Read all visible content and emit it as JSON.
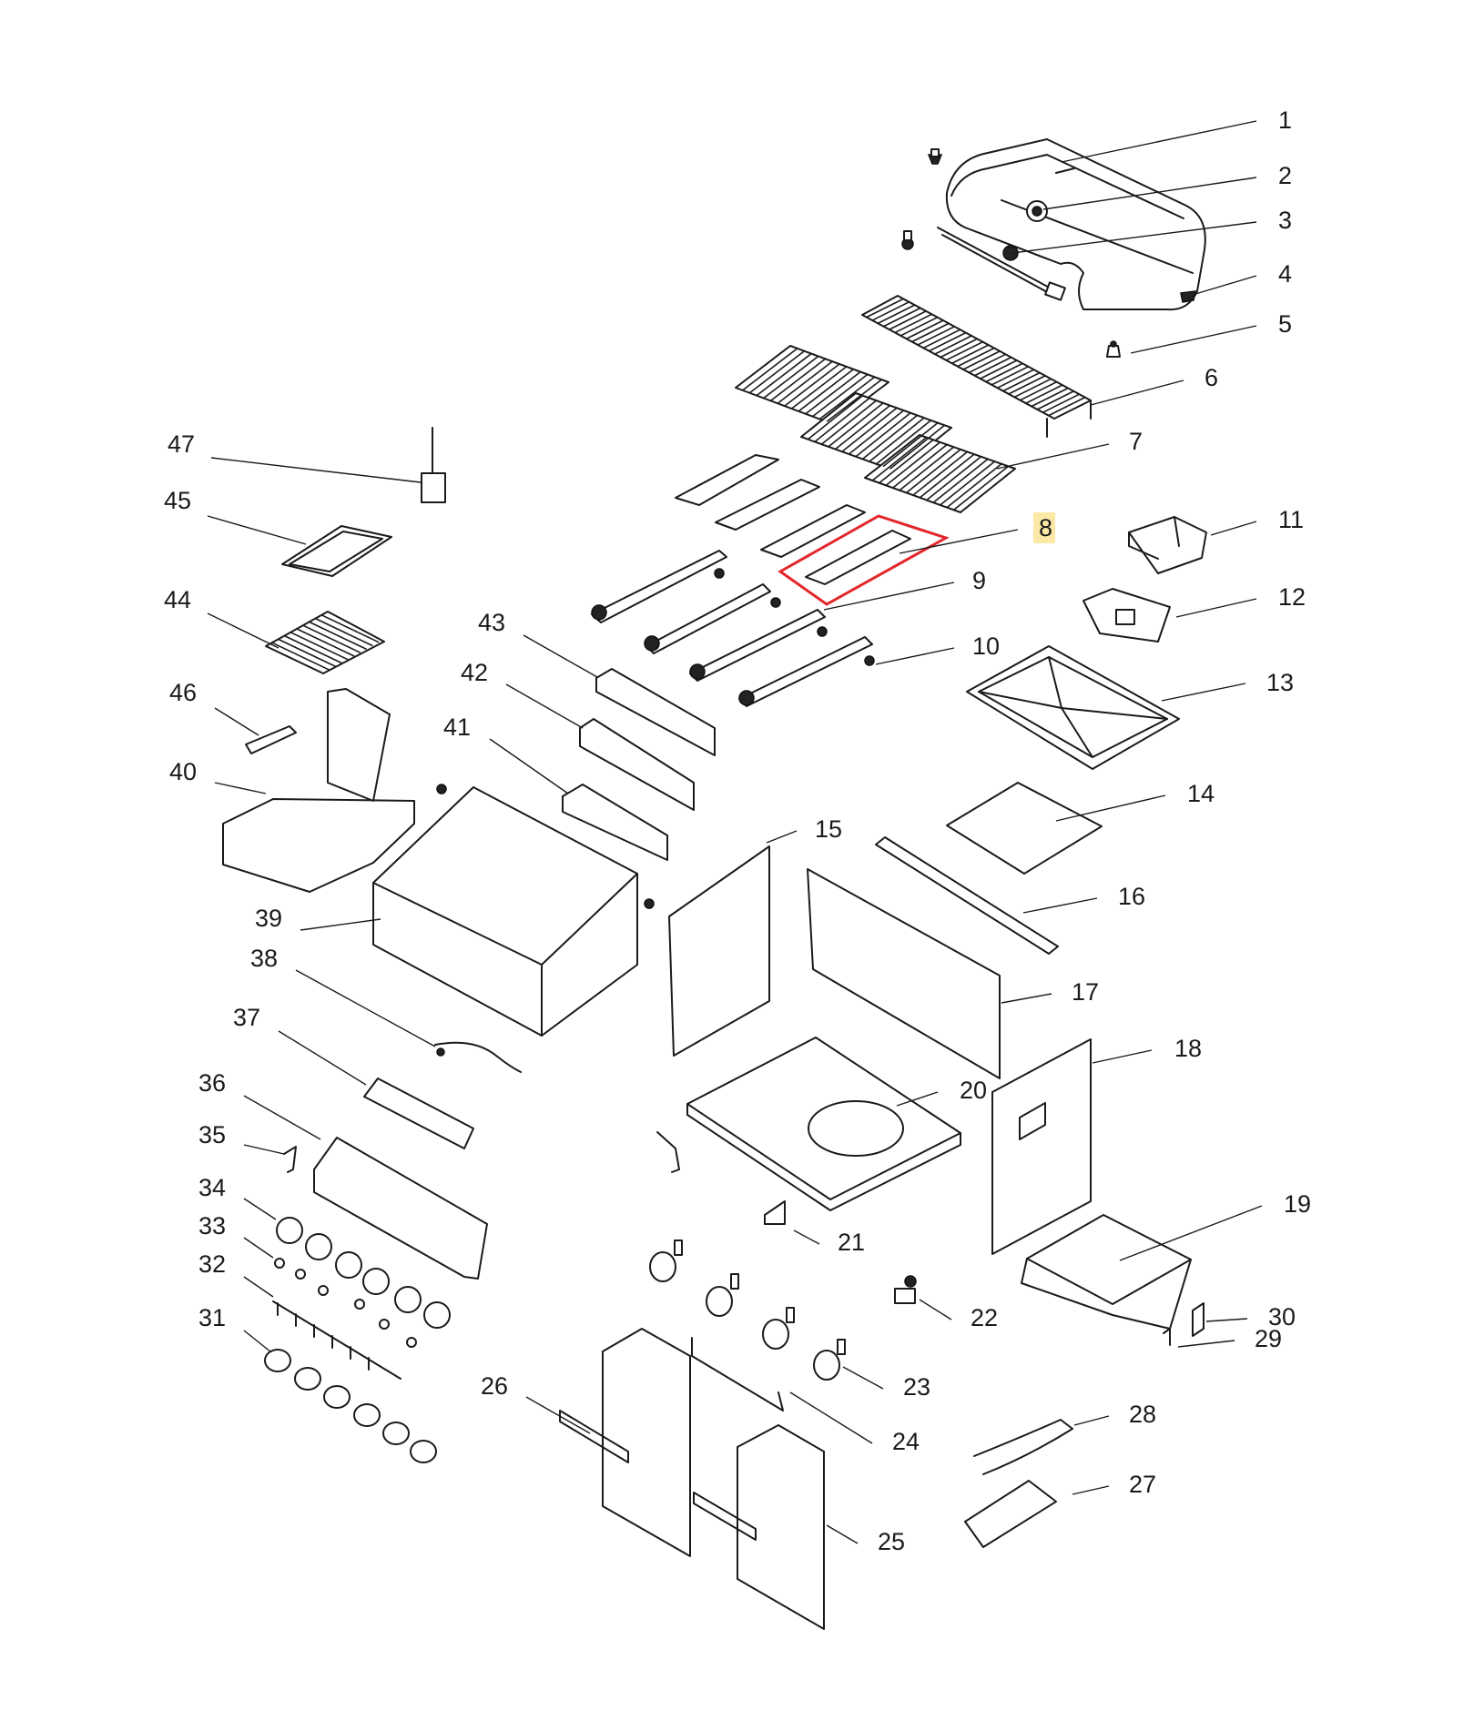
{
  "highlight_color": "#e3262a",
  "highlight_label_bg": "#fde9a6",
  "callouts": [
    {
      "n": "1"
    },
    {
      "n": "2"
    },
    {
      "n": "3"
    },
    {
      "n": "4"
    },
    {
      "n": "5"
    },
    {
      "n": "6"
    },
    {
      "n": "7"
    },
    {
      "n": "8",
      "highlighted": true
    },
    {
      "n": "9"
    },
    {
      "n": "10"
    },
    {
      "n": "11"
    },
    {
      "n": "12"
    },
    {
      "n": "13"
    },
    {
      "n": "14"
    },
    {
      "n": "15"
    },
    {
      "n": "16"
    },
    {
      "n": "17"
    },
    {
      "n": "18"
    },
    {
      "n": "19"
    },
    {
      "n": "20"
    },
    {
      "n": "21"
    },
    {
      "n": "22"
    },
    {
      "n": "23"
    },
    {
      "n": "24"
    },
    {
      "n": "25"
    },
    {
      "n": "26"
    },
    {
      "n": "27"
    },
    {
      "n": "28"
    },
    {
      "n": "29"
    },
    {
      "n": "30"
    },
    {
      "n": "31"
    },
    {
      "n": "32"
    },
    {
      "n": "33"
    },
    {
      "n": "34"
    },
    {
      "n": "35"
    },
    {
      "n": "36"
    },
    {
      "n": "37"
    },
    {
      "n": "38"
    },
    {
      "n": "39"
    },
    {
      "n": "40"
    },
    {
      "n": "41"
    },
    {
      "n": "42"
    },
    {
      "n": "43"
    },
    {
      "n": "44"
    },
    {
      "n": "45"
    },
    {
      "n": "46"
    },
    {
      "n": "47"
    }
  ]
}
